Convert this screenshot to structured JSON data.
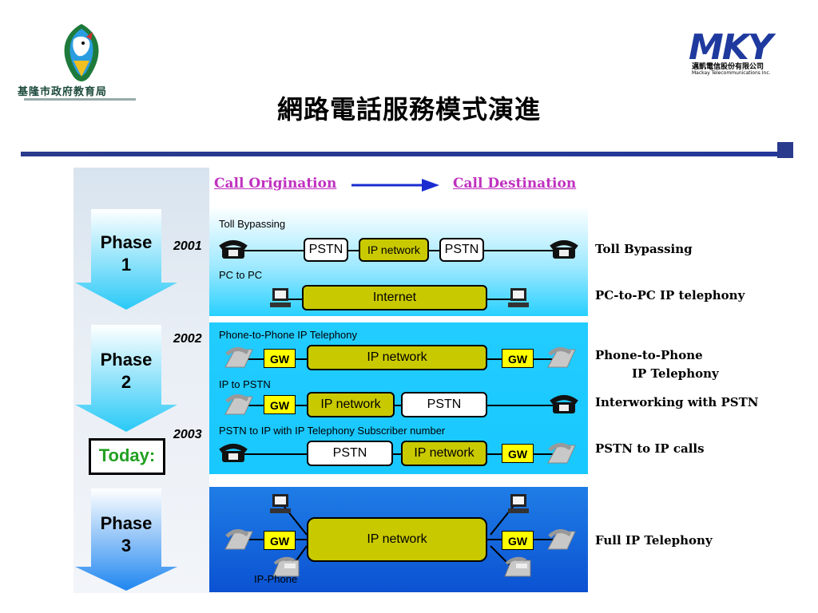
{
  "slide": {
    "title": "網路電話服務模式演進"
  },
  "logo_left": {
    "caption": "基隆市政府教育局",
    "icon": "keelung-education-emblem"
  },
  "logo_right": {
    "brand": "MKY",
    "chinese_name": "邁凱電信股份有限公司",
    "english_name": "Mackay Telecommunications Inc."
  },
  "header": {
    "origination": "Call Origination",
    "destination": "Call Destination"
  },
  "phases": [
    {
      "label_line1": "Phase",
      "label_line2": "1"
    },
    {
      "label_line1": "Phase",
      "label_line2": "2"
    },
    {
      "label_line1": "Phase",
      "label_line2": "3"
    }
  ],
  "today_label": "Today:",
  "years": [
    "2001",
    "2002",
    "2003"
  ],
  "scenarios": {
    "toll_bypassing": {
      "panel_label": "Toll Bypassing",
      "boxes": [
        "PSTN",
        "IP network",
        "PSTN"
      ],
      "right_label": "Toll Bypassing"
    },
    "pc_to_pc": {
      "panel_label": "PC to PC",
      "boxes": [
        "Internet"
      ],
      "right_label": "PC-to-PC IP telephony"
    },
    "phone_to_phone": {
      "panel_label": "Phone-to-Phone IP Telephony",
      "gw_left": "GW",
      "net": "IP network",
      "gw_right": "GW",
      "right_label_1": "Phone-to-Phone",
      "right_label_2": "IP Telephony"
    },
    "ip_to_pstn": {
      "panel_label": "IP to PSTN",
      "gw_left": "GW",
      "net": "IP network",
      "pstn": "PSTN",
      "right_label": "Interworking with PSTN"
    },
    "pstn_to_ip": {
      "panel_label": "PSTN to IP with IP Telephony Subscriber number",
      "pstn": "PSTN",
      "net": "IP network",
      "gw_right": "GW",
      "right_label": "PSTN to IP calls"
    },
    "full_ip": {
      "gw_left": "GW",
      "net": "IP network",
      "gw_right": "GW",
      "ip_phone": "IP-Phone",
      "right_label": "Full IP Telephony"
    }
  },
  "colors": {
    "title_rule": "#2a3a8c",
    "header_text": "#c030c0",
    "arrow_blue": "#1a2cd0",
    "today_text": "#22a022",
    "network_box": "#c9c900",
    "gateway": "#ffff00",
    "phase1_panel": "#28d0ff",
    "phase2_panel": "#18c8ff",
    "phase3_panel": "#0b52d2",
    "phase_arrow": "#29c9f7"
  }
}
